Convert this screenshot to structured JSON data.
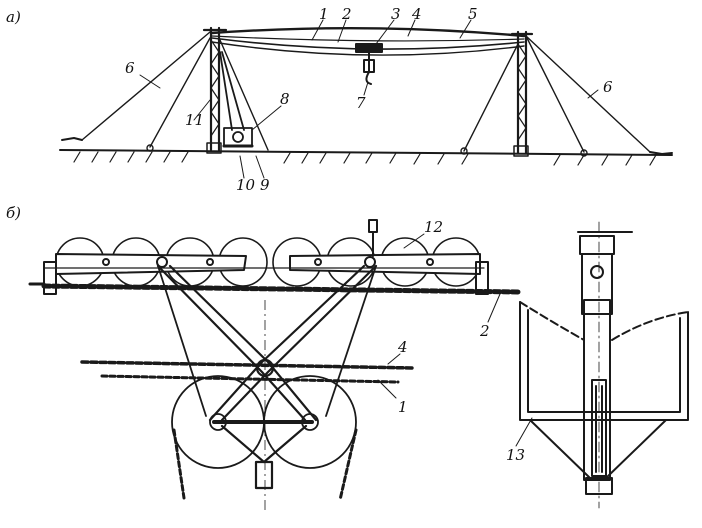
{
  "figure_a": {
    "part_label": "а)",
    "callouts": [
      "1",
      "2",
      "3",
      "4",
      "5",
      "6",
      "6",
      "7",
      "8",
      "9",
      "10",
      "11"
    ]
  },
  "figure_b": {
    "part_label": "б)",
    "callouts": [
      "12",
      "2",
      "4",
      "1",
      "13"
    ]
  },
  "colors": {
    "ink": "#1a1a1a",
    "paper": "#ffffff"
  }
}
